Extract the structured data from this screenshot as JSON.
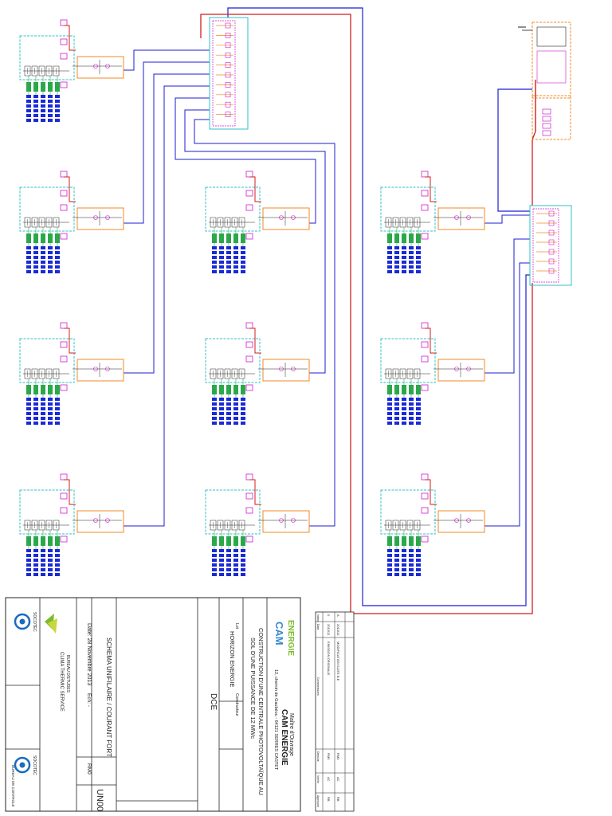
{
  "colors": {
    "dc_bus": "#1e1ed2",
    "ac_bus": "#d21e1e",
    "frame": "#1a1a1a",
    "cyan_box": "#30c0c8",
    "orange_box": "#f08a24",
    "magenta": "#d01ad0",
    "string_green": "#2aa84a",
    "string_blue": "#1a2ad8",
    "logo_green": "#7cbc2a",
    "logo_blue": "#3a8ad0"
  },
  "inverters": [
    {
      "id": "inv-c1-r1"
    },
    {
      "id": "inv-c1-r2"
    },
    {
      "id": "inv-c1-r3"
    },
    {
      "id": "inv-c1-r4"
    },
    {
      "id": "inv-c2-r2"
    },
    {
      "id": "inv-c2-r3"
    },
    {
      "id": "inv-c2-r4"
    },
    {
      "id": "inv-c3-r2"
    },
    {
      "id": "inv-c3-r3"
    },
    {
      "id": "inv-c3-r4"
    }
  ],
  "title_block": {
    "maitre_label": "Maître d'Ouvrage",
    "company": "CAM ENERGIE",
    "company_address": "12, chemin de Gaubéou - 64121 SERRES CASTET",
    "logo_word_top": "CAM",
    "logo_word_bottom": "ENERGIE",
    "project_line1": "CONSTRUCTION D'UNE CENTRALE PHOTOVOLTAÏQUE AU",
    "project_line2": "SOL D'UNE PUISSANCE DE 12 MWc",
    "contractor_label": "Constructeur",
    "contractor_name": "HORIZON ENERGIE",
    "contractor_prefix": "Lot",
    "phase": "DCE",
    "drawing_title": "SCHEMA UNIFILAIRE / COURANT FORT",
    "date": "Date: 28 Novembre 2013",
    "scale": "Ech: -",
    "index": "RM0",
    "plan_number": "UN00",
    "engineer": "BUREAU D'ETUDES",
    "engineer_sub": "CLIMA THERMIC SERVICE",
    "control_office": "SOCOTEC",
    "control_office_label": "BUREAU DE CONTROLE",
    "logo2_label": "SOCOTEC"
  },
  "revision_table": {
    "headers": [
      "Indice",
      "Date",
      "Commentaires",
      "Dessiné",
      "Vérifié",
      "Approuvé"
    ],
    "rows": [
      [
        "0",
        "2013/11",
        "EMISSION ORIGINALE",
        "RM0",
        "AC",
        "RB"
      ],
      [
        "A",
        "2013/12",
        "MODIFICATION SUITE B.E",
        "RM0",
        "AC",
        "RB"
      ]
    ]
  }
}
